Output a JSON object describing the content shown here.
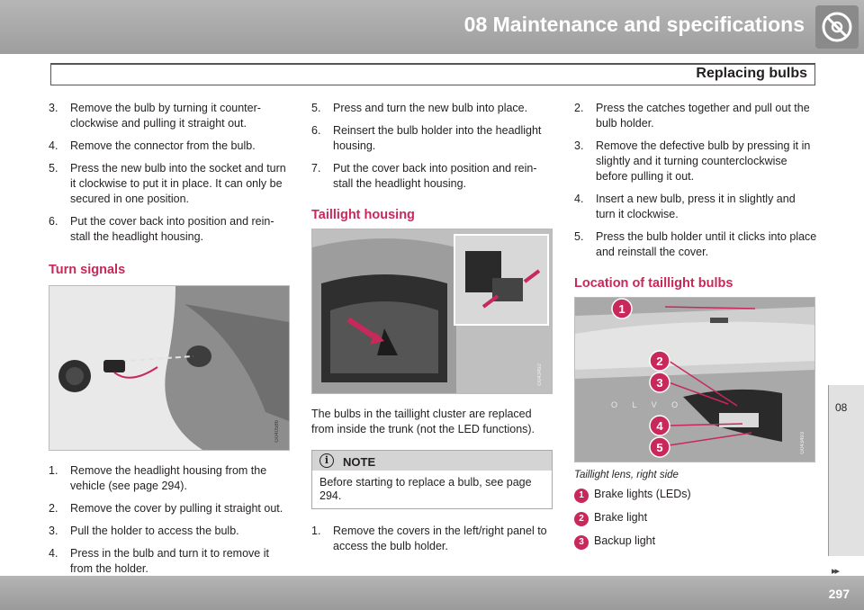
{
  "header": {
    "chapter_title": "08 Maintenance and specifications",
    "section_title": "Replacing bulbs",
    "chapter_icon": "wrench-gear-icon"
  },
  "col1": {
    "steps_a": [
      {
        "num": "3.",
        "text": "Remove the bulb by turning it counter-clockwise and pulling it straight out."
      },
      {
        "num": "4.",
        "text": "Remove the connector from the bulb."
      },
      {
        "num": "5.",
        "text": "Press the new bulb into the socket and turn it clockwise to put it in place. It can only be secured in one position."
      },
      {
        "num": "6.",
        "text": "Put the cover back into position and rein-stall the headlight housing."
      }
    ],
    "heading": "Turn signals",
    "figure_code": "G040586",
    "steps_b": [
      {
        "num": "1.",
        "text": "Remove the headlight housing from the vehicle (see page 294)."
      },
      {
        "num": "2.",
        "text": "Remove the cover by pulling it straight out."
      },
      {
        "num": "3.",
        "text": "Pull the holder to access the bulb."
      },
      {
        "num": "4.",
        "text": "Press in the bulb and turn it to remove it from the holder."
      }
    ]
  },
  "col2": {
    "steps_a": [
      {
        "num": "5.",
        "text": "Press and turn the new bulb into place."
      },
      {
        "num": "6.",
        "text": "Reinsert the bulb holder into the headlight housing."
      },
      {
        "num": "7.",
        "text": "Put the cover back into position and rein-stall the headlight housing."
      }
    ],
    "heading": "Taillight housing",
    "figure_code": "G043492",
    "paragraph": "The bulbs in the taillight cluster are replaced from inside the trunk (not the LED functions).",
    "note": {
      "label": "NOTE",
      "body": "Before starting to replace a bulb, see page 294."
    },
    "steps_b": [
      {
        "num": "1.",
        "text": "Remove the covers in the left/right panel to access the bulb holder."
      }
    ]
  },
  "col3": {
    "steps": [
      {
        "num": "2.",
        "text": "Press the catches together and pull out the bulb holder."
      },
      {
        "num": "3.",
        "text": "Remove the defective bulb by pressing it in slightly and it turning counterclockwise before pulling it out."
      },
      {
        "num": "4.",
        "text": "Insert a new bulb, press it in slightly and turn it clockwise."
      },
      {
        "num": "5.",
        "text": "Press the bulb holder until it clicks into place and reinstall the cover."
      }
    ],
    "heading": "Location of taillight bulbs",
    "figure_code": "G043493",
    "figure_callouts": [
      "1",
      "2",
      "3",
      "4",
      "5"
    ],
    "car_lettering": "O L V O",
    "caption": "Taillight lens, right side",
    "legend": [
      {
        "badge": "1",
        "text": "Brake lights (LEDs)"
      },
      {
        "badge": "2",
        "text": "Brake light"
      },
      {
        "badge": "3",
        "text": "Backup light"
      }
    ]
  },
  "side_tab": {
    "number": "08",
    "arrows": "▸▸"
  },
  "footer": {
    "page_number": "297"
  },
  "colors": {
    "accent": "#c8285a",
    "header_gray": "#a8a8a8"
  }
}
